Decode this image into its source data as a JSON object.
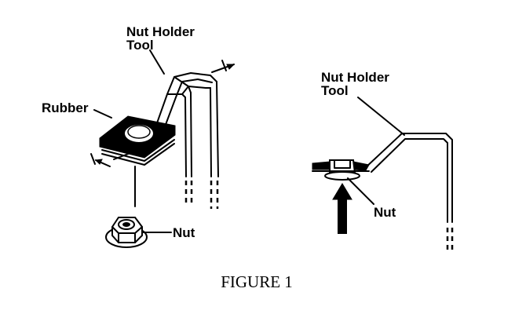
{
  "labels": {
    "left_tool": [
      "Nut Holder",
      "Tool"
    ],
    "rubber": "Rubber",
    "left_nut": "Nut",
    "right_tool": [
      "Nut Holder",
      "Tool"
    ],
    "right_nut": "Nut"
  },
  "caption": "FIGURE 1"
}
